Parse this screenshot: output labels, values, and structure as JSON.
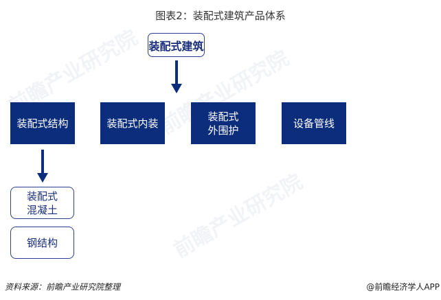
{
  "title": "图表2：装配式建筑产品体系",
  "root": "装配式建筑",
  "categories": [
    {
      "label": "装配式结构"
    },
    {
      "label": "装配式内装"
    },
    {
      "label": "装配式\n外围护"
    },
    {
      "label": "设备管线"
    }
  ],
  "sub_items": [
    {
      "label": "装配式\n混凝土"
    },
    {
      "label": "钢结构"
    }
  ],
  "footer": {
    "source": "资料来源：前瞻产业研究院整理",
    "credit": "@前瞻经济学人APP"
  },
  "watermark": "前瞻产业研究院",
  "colors": {
    "box": "#0b2d7c",
    "border": "#2a3f8f"
  }
}
